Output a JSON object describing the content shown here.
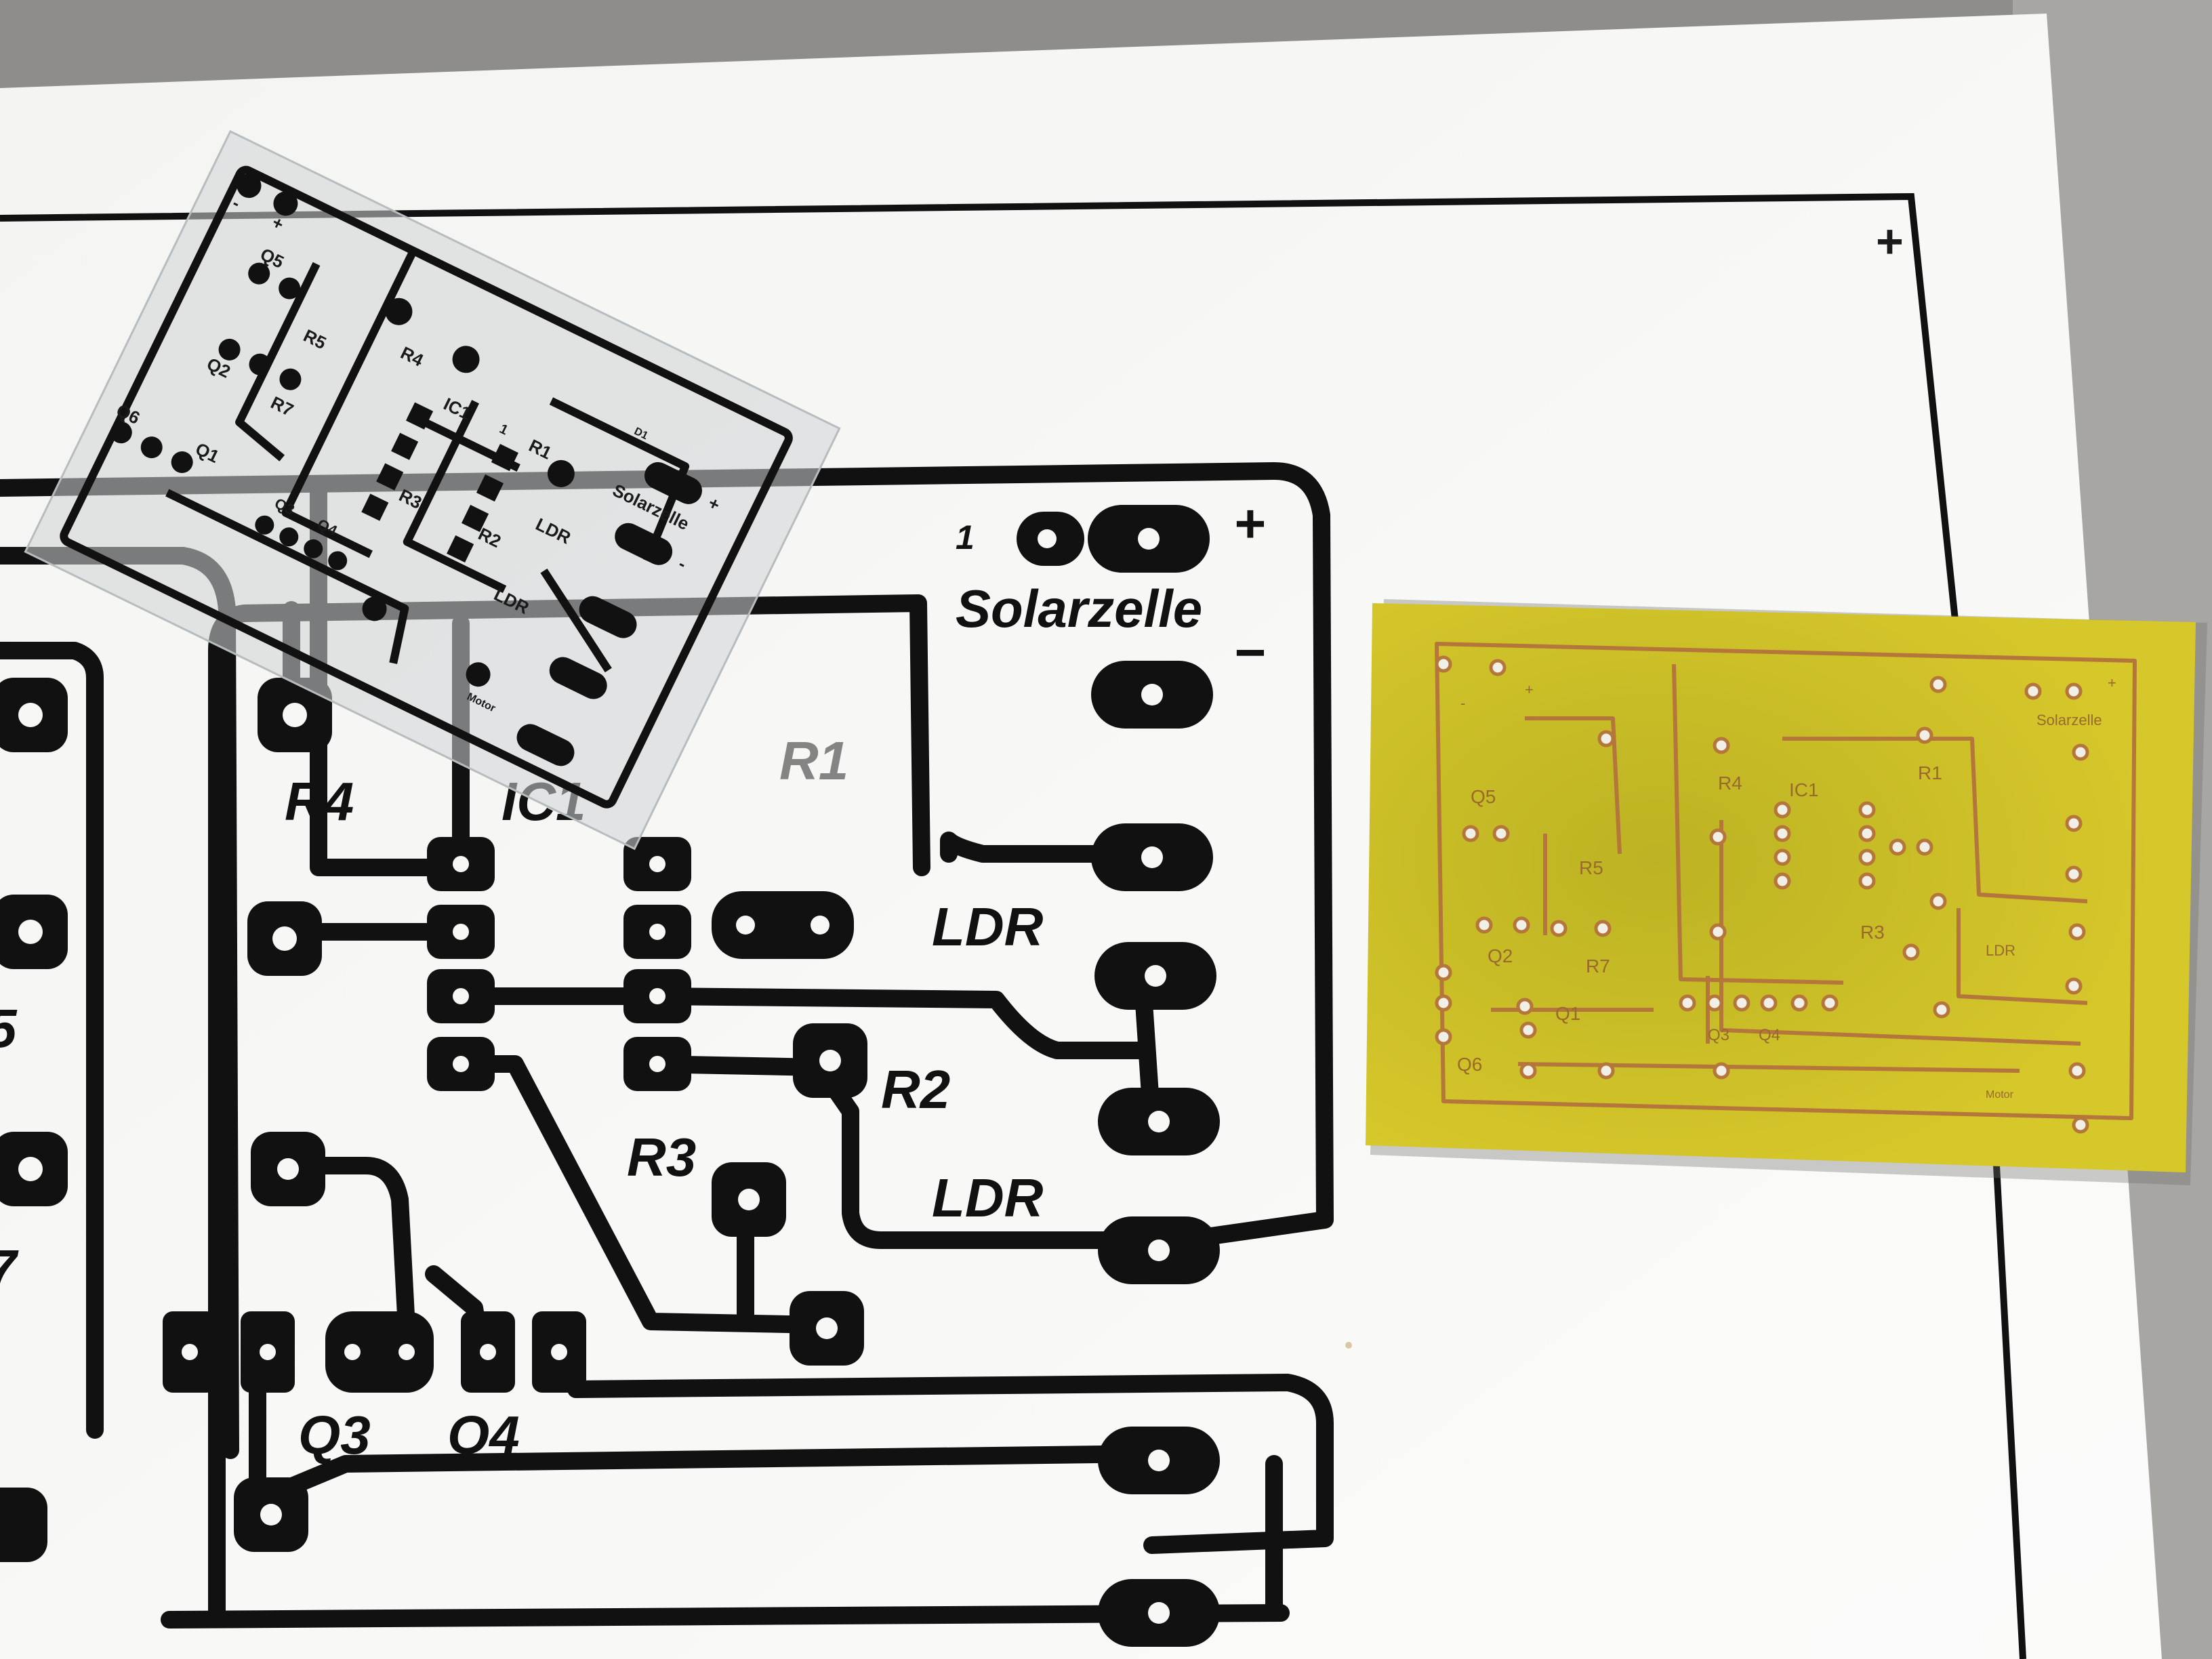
{
  "print_labels": {
    "plus": "+",
    "minus": "−",
    "solarzelle": "Solarzelle",
    "r4": "R4",
    "ic1": "IC1",
    "r1": "R1",
    "ldr_top": "LDR",
    "ldr_bottom": "LDR",
    "r2": "R2",
    "r3": "R3",
    "q3": "Q3",
    "q4": "Q4",
    "left_5": "5",
    "left_7": "7",
    "pin1": "1"
  },
  "film_labels": {
    "minus": "-",
    "plus": "+",
    "q5": "Q5",
    "r5": "R5",
    "q2": "Q2",
    "r7": "R7",
    "q6": "Q6",
    "q1": "Q1",
    "r4": "R4",
    "ic1": "IC1",
    "r1": "R1",
    "pin1": "1",
    "d1": "D1",
    "solarzelle": "Solarzelle",
    "plus2": "+",
    "minus2": "-",
    "ldr1": "LDR",
    "r3": "R3",
    "r2": "R2",
    "ldr2": "LDR",
    "q3": "Q3",
    "q4": "Q4",
    "motor": "Motor"
  },
  "pcb_labels": {
    "minus": "-",
    "plus": "+",
    "solarzelle": "Solarzelle",
    "plus2": "+",
    "q5": "Q5",
    "r4": "R4",
    "ic1": "IC1",
    "r1": "R1",
    "r5": "R5",
    "q2": "Q2",
    "r7": "R7",
    "r3": "R3",
    "q1": "Q1",
    "q3": "Q3",
    "q4": "Q4",
    "q6": "Q6",
    "ldr": "LDR",
    "motor": "Motor"
  },
  "colors": {
    "background_table": "#8f8d89",
    "paper": "#f7f7f5",
    "ink": "#111111",
    "film": "#d9dcdd",
    "pcb_board": "#d6c72a",
    "pcb_copper": "#b4763a"
  }
}
